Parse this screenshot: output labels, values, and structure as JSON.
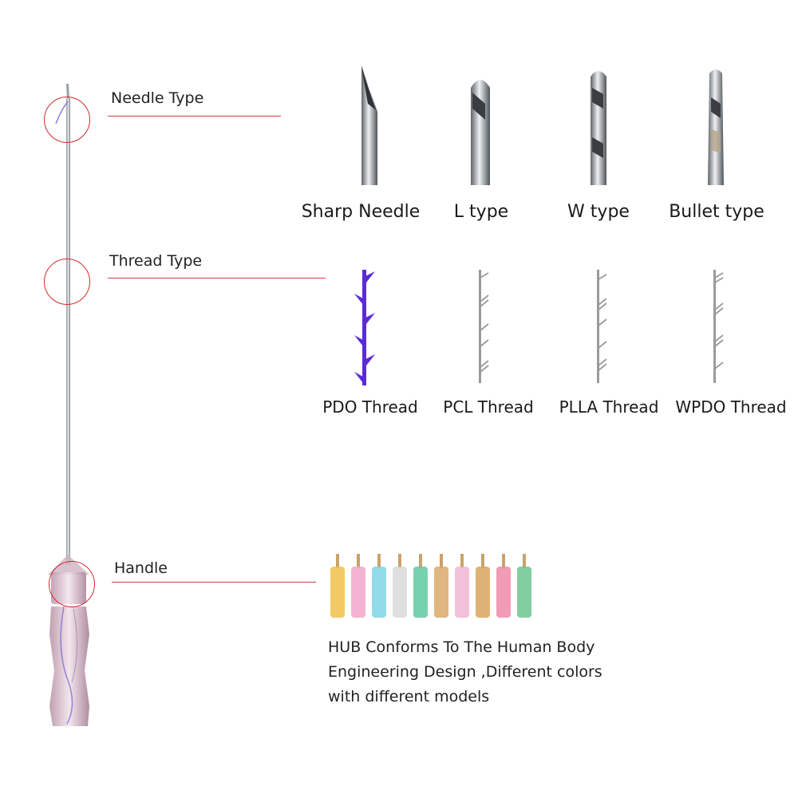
{
  "sections": {
    "needle": {
      "label": "Needle Type"
    },
    "thread": {
      "label": "Thread Type"
    },
    "handle": {
      "label": "Handle"
    }
  },
  "needle_types": [
    "Sharp Needle",
    "L type",
    "W type",
    "Bullet type"
  ],
  "thread_types": [
    "PDO Thread",
    "PCL Thread",
    "PLLA Thread",
    "WPDO Thread"
  ],
  "handle_description": [
    "HUB Conforms To The Human Body",
    "Engineering Design ,Different colors",
    "with different models"
  ],
  "colors": {
    "callout": "#d22b2b",
    "pdo_thread": "#5b2bd6",
    "other_thread": "#9a9a9a"
  }
}
